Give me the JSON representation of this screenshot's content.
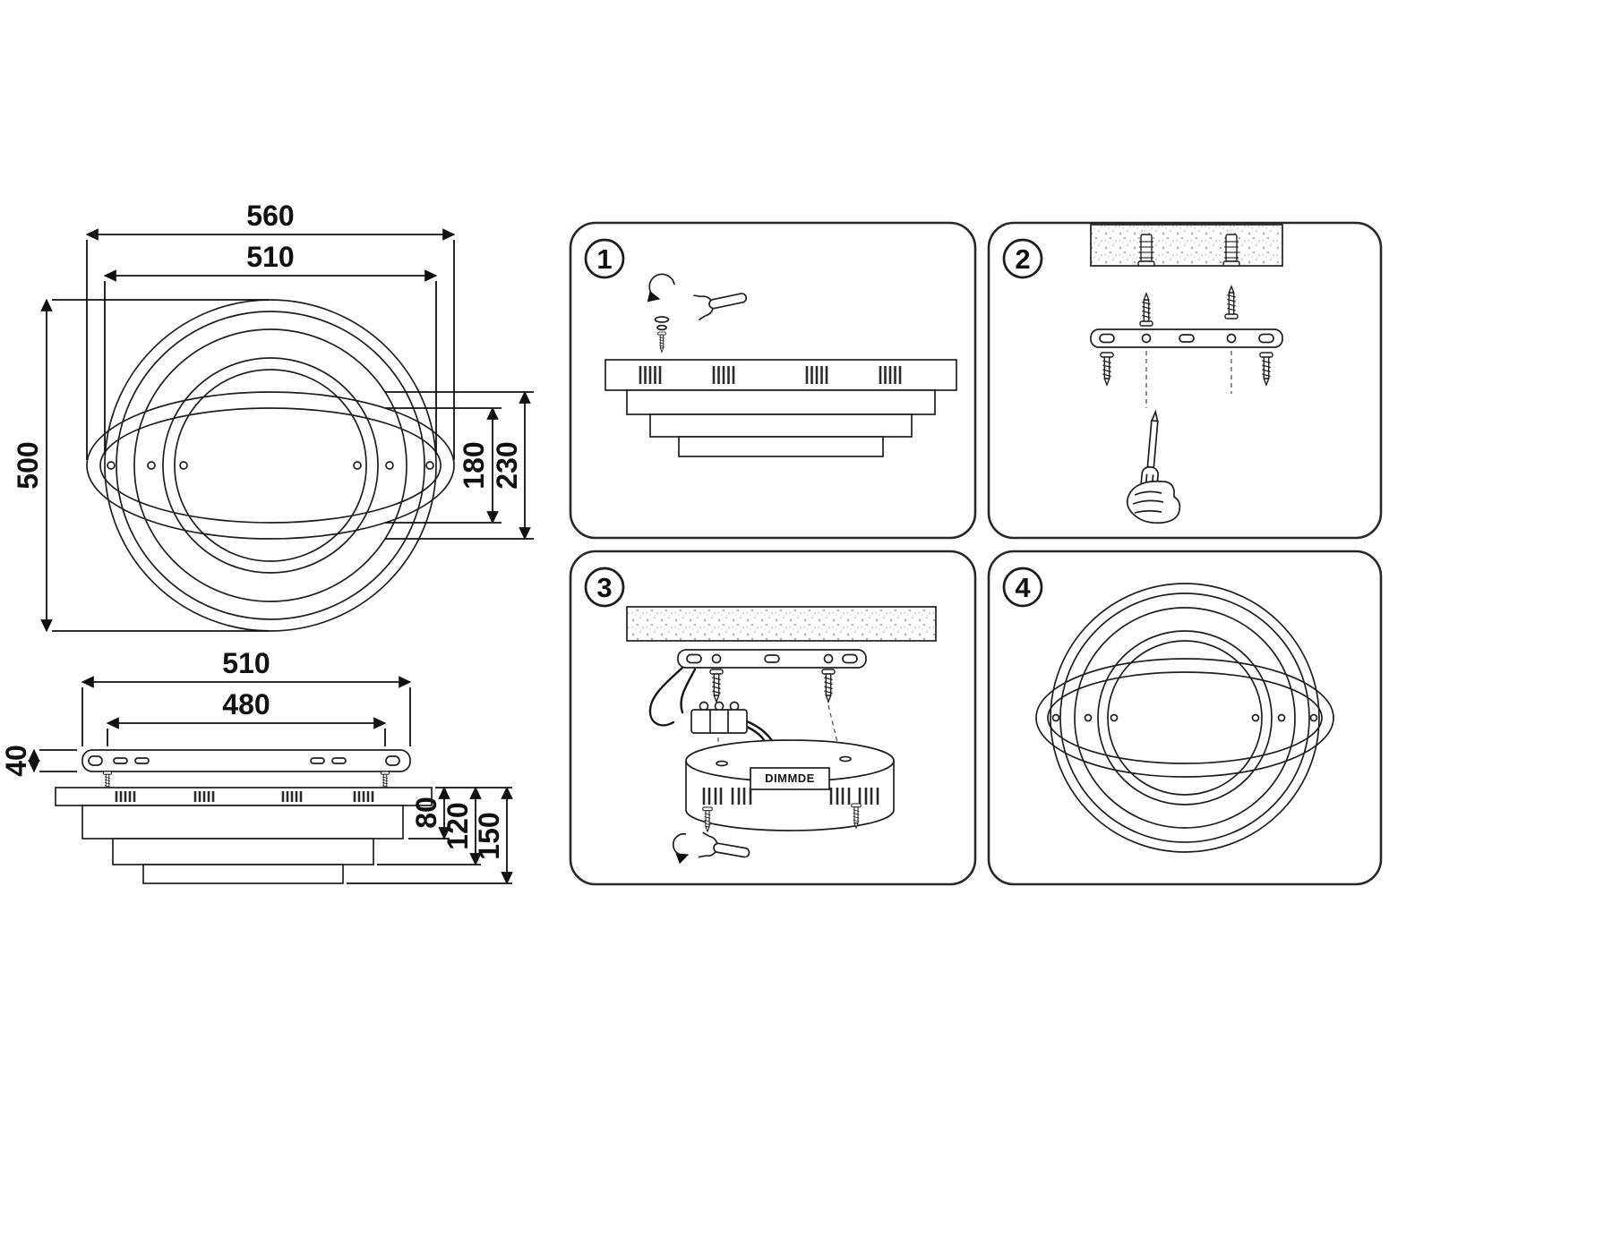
{
  "dims": {
    "top_view": {
      "total_width": "560",
      "ring_width": "510",
      "total_height": "500",
      "inner_ellipse_height": "180",
      "outer_ellipse_height": "230"
    },
    "side_view": {
      "bracket_length": "510",
      "hole_spacing": "480",
      "bracket_height": "40",
      "height_1": "80",
      "height_2": "120",
      "height_3": "150"
    }
  },
  "steps": [
    {
      "number": "1"
    },
    {
      "number": "2"
    },
    {
      "number": "3"
    },
    {
      "number": "4"
    }
  ],
  "labels": {
    "driver": "DIMMDE"
  },
  "colors": {
    "line": "#1f1f1f",
    "background": "#ffffff"
  }
}
